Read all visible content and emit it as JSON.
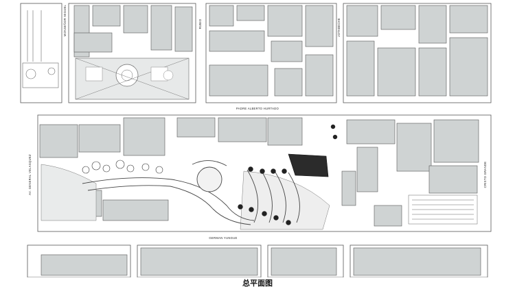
{
  "caption": "总平面图",
  "streets": {
    "top_center": "PADRE ALBERTO HURTADO",
    "bottom_center": "GERMAN YUNGUE",
    "left_avenue": "AV. GENERAL VELASQUEZ",
    "right_street": "CRISTO GRANDE",
    "top_col_1": "MONSEÑOR MIGUEL",
    "top_col_2": "RUBIO",
    "top_col_3": "JOTABECHE"
  },
  "colors": {
    "building_fill": "#cfd3d3",
    "building_stroke": "#555555",
    "ground": "#ffffff",
    "dark_block": "#2b2b2b",
    "tree_dark": "#222222"
  }
}
